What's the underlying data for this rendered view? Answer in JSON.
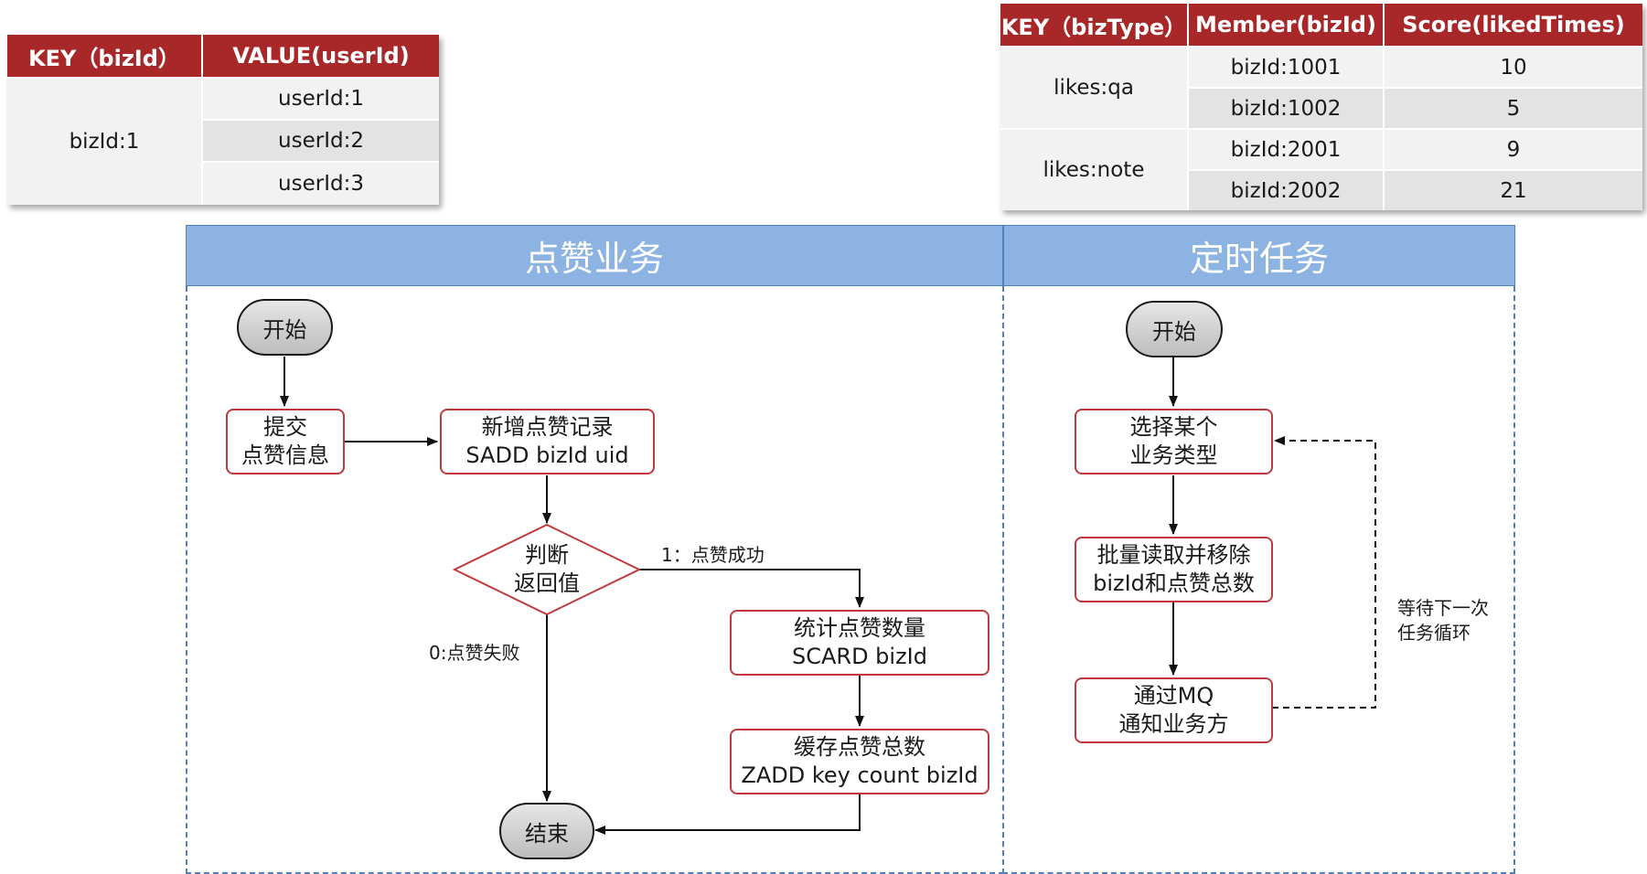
{
  "set_table": {
    "headers": [
      "KEY（bizId）",
      "VALUE(userId)"
    ],
    "key": "bizId:1",
    "values": [
      "userId:1",
      "userId:2",
      "userId:3"
    ]
  },
  "zset_table": {
    "headers": [
      "KEY（bizType）",
      "Member(bizId)",
      "Score(likedTimes)"
    ],
    "groups": [
      {
        "key": "likes:qa",
        "rows": [
          {
            "member": "bizId:1001",
            "score": "10"
          },
          {
            "member": "bizId:1002",
            "score": "5"
          }
        ]
      },
      {
        "key": "likes:note",
        "rows": [
          {
            "member": "bizId:2001",
            "score": "9"
          },
          {
            "member": "bizId:2002",
            "score": "21"
          }
        ]
      }
    ]
  },
  "lanes": {
    "like_business": "点赞业务",
    "scheduled_task": "定时任务"
  },
  "like_flow": {
    "start": "开始",
    "submit": [
      "提交",
      "点赞信息"
    ],
    "add_record": [
      "新增点赞记录",
      "SADD bizId uid"
    ],
    "decision": [
      "判断",
      "返回值"
    ],
    "success_label": "1：点赞成功",
    "fail_label": "0:点赞失败",
    "count": [
      "统计点赞数量",
      "SCARD bizId"
    ],
    "cache": [
      "缓存点赞总数",
      "ZADD key count bizId"
    ],
    "end": "结束"
  },
  "task_flow": {
    "start": "开始",
    "select_type": [
      "选择某个",
      "业务类型"
    ],
    "batch_read": [
      "批量读取并移除",
      "bizId和点赞总数"
    ],
    "notify": [
      "通过MQ",
      "通知业务方"
    ],
    "loop_label": [
      "等待下一次",
      "任务循环"
    ]
  },
  "colors": {
    "header_red": "#a8282a",
    "lane_blue": "#8db3e2",
    "box_border": "#c0393b",
    "dashed_blue": "#4f81bd"
  }
}
